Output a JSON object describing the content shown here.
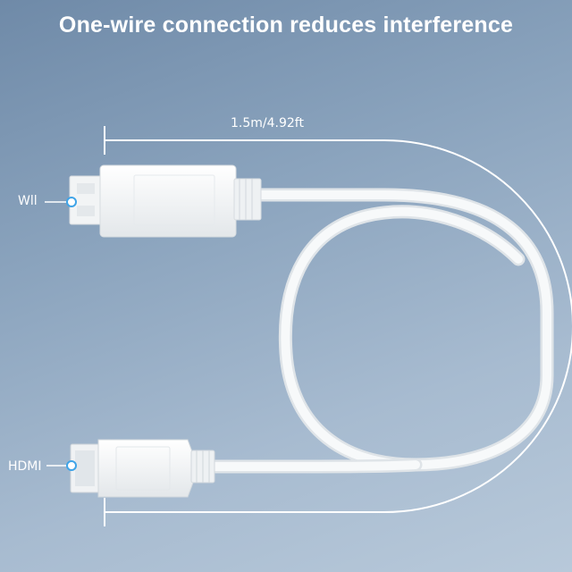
{
  "title": "One-wire connection reduces interference",
  "length_label": "1.5m/4.92ft",
  "ports": {
    "wii_label": "Wll",
    "hdmi_label": "HDMI"
  },
  "colors": {
    "background": "#8aa3bd",
    "cable": "#f4f6f7",
    "indicator_dot": "#3fa4e8",
    "guide_line": "#ffffff"
  }
}
